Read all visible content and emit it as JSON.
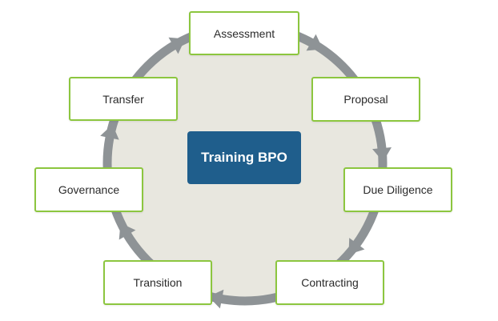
{
  "diagram": {
    "center_label": "Training BPO",
    "stages": [
      {
        "id": "assessment",
        "label": "Assessment"
      },
      {
        "id": "proposal",
        "label": "Proposal"
      },
      {
        "id": "due-diligence",
        "label": "Due Diligence"
      },
      {
        "id": "contracting",
        "label": "Contracting"
      },
      {
        "id": "transition",
        "label": "Transition"
      },
      {
        "id": "governance",
        "label": "Governance"
      },
      {
        "id": "transfer",
        "label": "Transfer"
      }
    ],
    "colors": {
      "node_border": "#8cc63f",
      "center_fill": "#1f5e8c",
      "ring": "#8e9396",
      "disc_fill": "#e8e7df"
    }
  }
}
